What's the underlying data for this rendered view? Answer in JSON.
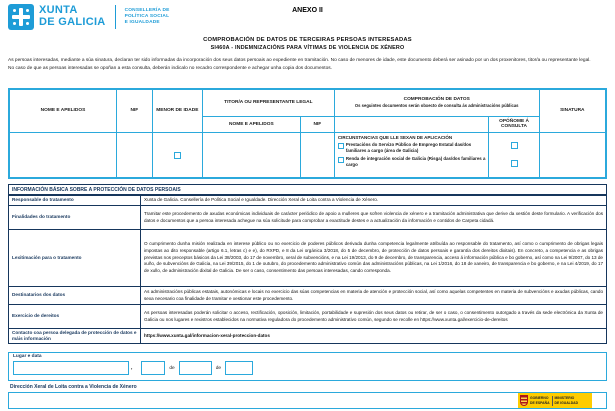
{
  "header": {
    "logo_line1": "XUNTA",
    "logo_line2": "DE GALICIA",
    "dept_line1": "CONSELLERÍA DE",
    "dept_line2": "POLÍTICA SOCIAL",
    "dept_line3": "E IGUALDADE",
    "annex_label": "ANEXO II"
  },
  "title": {
    "line1": "COMPROBACIÓN DE DATOS DE TERCEIRAS PERSOAS INTERESADAS",
    "line2": "SI460A - INDEMNIZACIÓNS PARA VÍTIMAS DE VIOLENCIA DE XÉNERO"
  },
  "intro": {
    "paragraph1": "As persoas interesadas, mediante a súa sinatura, declaran ter sido informadas da incorporación dos seus datos persoais ao expediente en tramitación. No caso de menores de idade, este documento deberá ser asinado por un dos proxenitores, titor/a ou representante legal.",
    "paragraph2": "No caso de que as persoas interesadas se opoñan a esta consulta, deberán indicalo no recadro correspondente e achegar unha copia dos documentos."
  },
  "table": {
    "col_nome": "NOME E APELIDOS",
    "col_nif": "NIF",
    "col_menor": "MENOR DE IDADE",
    "col_titor": "TITOR/A OU REPRESENTANTE LEGAL",
    "col_titor_nome": "NOME E APELIDOS",
    "col_titor_nif": "NIF",
    "col_comprobacion_title": "COMPROBACIÓN DE DATOS",
    "col_comprobacion_sub": "Os seguintes documentos serán obxecto de consulta ás administracións públicas",
    "col_oponome": "OPÓÑOME Á CONSULTA",
    "col_sinatura": "SINATURA",
    "circunstancias_title": "CIRCUNSTANCIAS QUE LLE SEXAN DE APLICACIÓN",
    "circunstancias": [
      "Prestacións do Servizo Público de Emprego Estatal das/dos familiares a cargo (área de Galicia)",
      "Renda de integración social de Galicia (Risga) das/dos familiares a cargo"
    ]
  },
  "privacy": {
    "section_title": "INFORMACIÓN BÁSICA SOBRE A PROTECCIÓN DE DATOS PERSOAIS",
    "rows": [
      {
        "label": "Responsable do tratamento",
        "value": "Xunta de Galicia. Consellería de Política Social e Igualdade. Dirección Xeral de Loita contra a Violencia de Xénero."
      },
      {
        "label": "Finalidades do tratamento",
        "value": "Tramitar este procedemento de axudas económicas individuais de carácter periódico de apoio a mulleres que sofren violencia de xénero e a tramitación administrativa que derive da xestión deste formulario. A verificación dos datos e documentos que a persoa interesada achegue na súa solicitude para comprobar a exactitude destes e a actualización da información e contidos de Carpeta cidadá."
      },
      {
        "label": "Lexitimación para o tratamento",
        "value": "O cumprimento dunha misión realizada en interese público ou no exercicio de poderes públicos derivada dunha competencia legalmente atribuída ao responsable do tratamento, así como o cumprimento de obrigas legais impostas ao dito responsable (artigo 6.1, letras c) e e), do RXPD, e 8 da Lei orgánica 3/2018, do 5 de decembro, de protección de datos persoais e garantía dos dereitos dixitais). En concreto, a competencia e as obrigas previstas nos preceptos básicos da Lei 38/2003, do 17 de novembro, xeral de subvencións, e na Lei 19/2013, do 9 de decembro, de transparencia, acceso á información pública e bo goberno, así como na Lei 9/2007, do 13 de xuño, de subvencións de Galicia, na Lei 39/2015, do 1 de outubro, do procedemento administrativo común das administracións públicas, na Lei 1/2016, do 18 de xaneiro, de transparencia e bo goberno, e na Lei 4/2019, do 17 de xullo, de administración dixital de Galicia. De ser o caso, consentimento das persoas interesadas, cando corresponda."
      },
      {
        "label": "Destinatarios dos datos",
        "value": "As administracións públicas estatais, autonómicas e locais no exercicio das súas competencias en materia de atención e protección social, así como aquelas competentes en materia de subvencións e axudas públicas, cando sexa necesario coa finalidade de tramitar e xestionar este procedemento."
      },
      {
        "label": "Exercicio de dereitos",
        "value": "As persoas interesadas poderán solicitar o acceso, rectificación, oposición, limitación, portabilidade e supresión dos seus datos ou retirar, de ser o caso, o consentimento outorgado a través da sede electrónica da Xunta de Galicia ou nos lugares e rexistros establecidos na normativa reguladora do procedemento administrativo común, segundo se recolle en https://www.xunta.gal/exercicio-de-dereitos"
      },
      {
        "label": "Contacto coa persoa delegada de protección de datos e máis información",
        "value": "https://www.xunta.gal/informacion-xeral-proteccion-datos"
      }
    ]
  },
  "footer": {
    "lugar_label": "Lugar e data",
    "comma": ",",
    "de1": "de",
    "de2": "de",
    "direccion": "Dirección Xeral de Loita contra a Violencia de Xénero",
    "gov_line1": "GOBIERNO",
    "gov_line2": "DE ESPAÑA",
    "ministry_line1": "MINISTERIO",
    "ministry_line2": "DE IGUALDAD"
  },
  "colors": {
    "form_border_blue": "#2BA9DC",
    "xunta_blue": "#1E9CD7",
    "privacy_navy": "#16365C",
    "spain_yellow": "#FFCC00",
    "spain_red": "#AD1519"
  }
}
